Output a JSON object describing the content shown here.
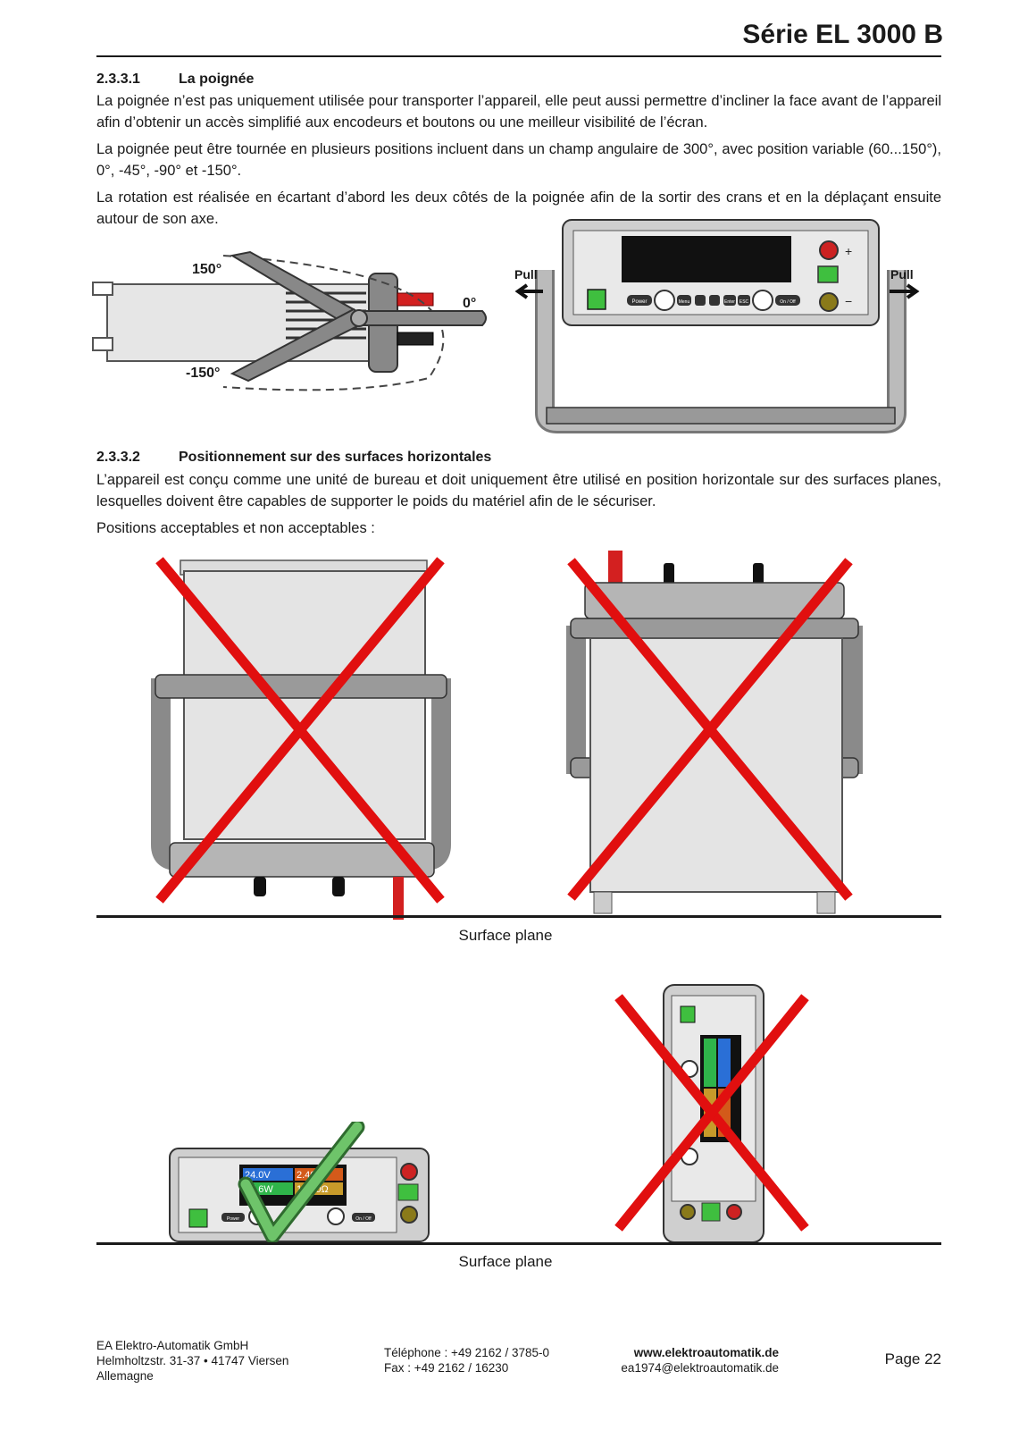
{
  "header": {
    "title": "Série EL 3000 B"
  },
  "section_1": {
    "number": "2.3.3.1",
    "title": "La poignée",
    "paragraphs": [
      "La poignée n’est pas uniquement utilisée pour transporter l’appareil, elle peut aussi permettre d’incliner la face avant de l’appareil afin d’obtenir un accès simplifié aux encodeurs et boutons ou une meilleur visibilité de l’écran.",
      "La poignée peut être tournée en plusieurs positions incluent dans un champ angulaire de 300°, avec position variable (60...150°), 0°, -45°, -90° et -150°.",
      "La rotation est réalisée en écartant d’abord les deux côtés de la poignée afin de la sortir des crans et en la déplaçant ensuite autour de son axe."
    ]
  },
  "figure_handle": {
    "angle_labels": [
      "150°",
      "0°",
      "-150°"
    ],
    "pull_left": "Pull",
    "pull_right": "Pull",
    "front_buttons": [
      "Power",
      "Menu",
      "Enter",
      "ESC",
      "On / Off"
    ],
    "terminal_plus": "+",
    "terminal_minus": "−"
  },
  "section_2": {
    "number": "2.3.3.2",
    "title": "Positionnement sur des surfaces horizontales",
    "paragraphs": [
      "L’appareil est conçu comme une unité de bureau et doit uniquement être utilisé en position horizontale sur des surfaces planes, lesquelles doivent être capables de supporter le poids du matériel afin de le sécuriser.",
      "Positions acceptables et non acceptables :"
    ]
  },
  "figure_positions": {
    "caption_1": "Surface plane",
    "caption_2": "Surface plane",
    "display_values": [
      "24.0V",
      "57.6W",
      "2.40A",
      "10.00Ω"
    ],
    "front_buttons": [
      "Power",
      "On / Off"
    ]
  },
  "footer": {
    "company": [
      "EA Elektro-Automatik GmbH",
      "Helmholtzstr. 31-37 • 41747 Viersen",
      "Allemagne"
    ],
    "phone": "Téléphone : +49 2162 / 3785-0",
    "fax": "Fax : +49 2162 / 16230",
    "web": "www.elektroautomatik.de",
    "email": "ea1974@elektroautomatik.de",
    "page": "Page 22"
  }
}
